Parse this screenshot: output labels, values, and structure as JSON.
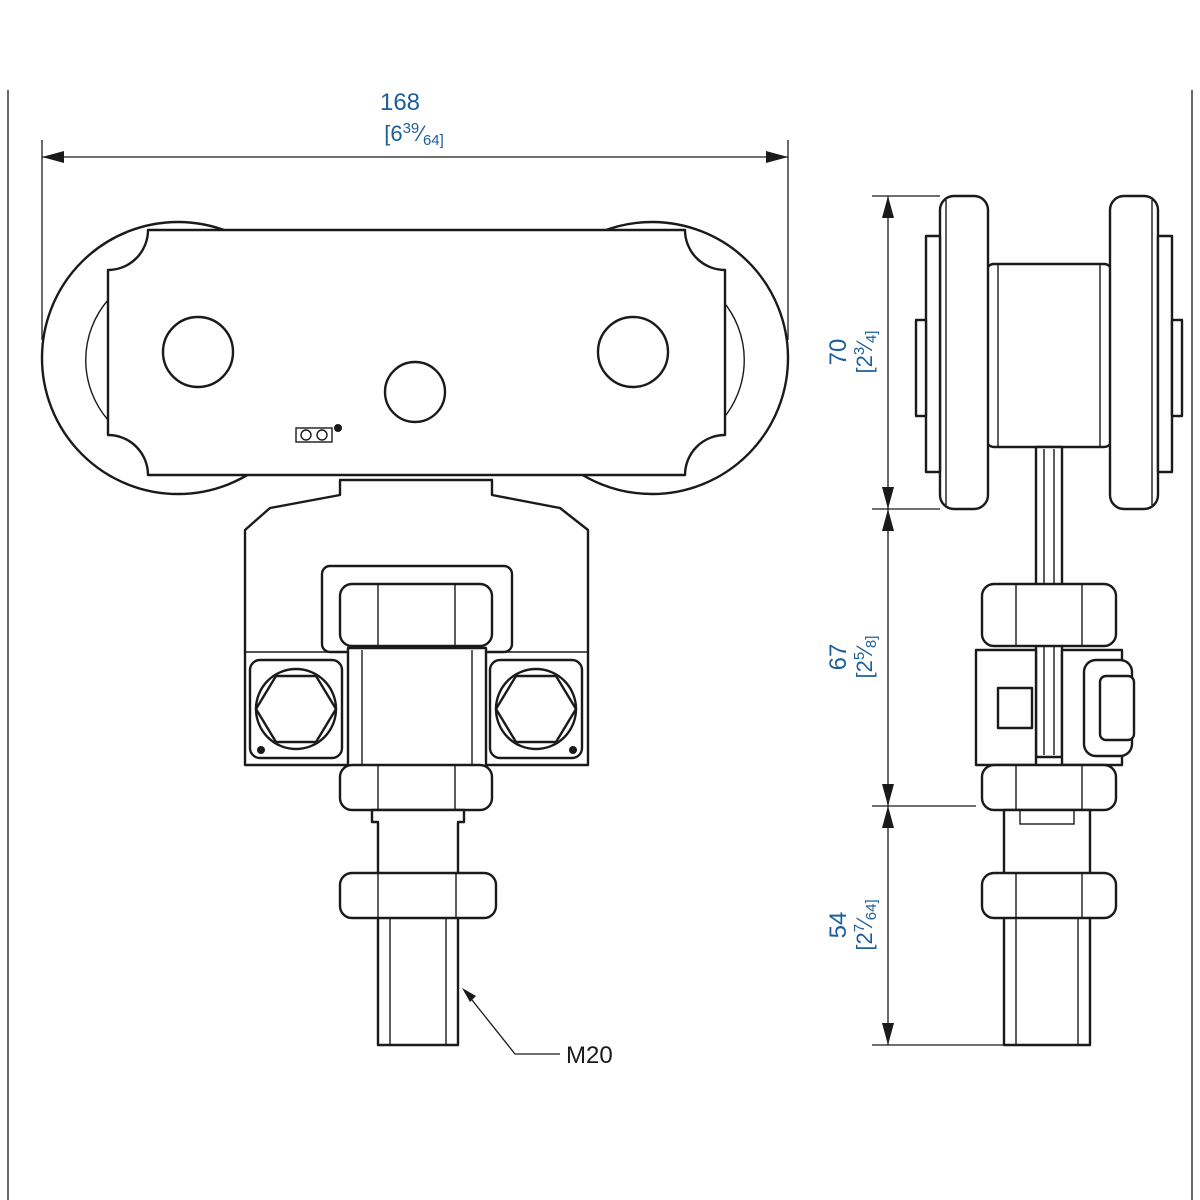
{
  "dimensions": {
    "width": {
      "mm": "168",
      "inch_whole": "[6",
      "inch_num": "39",
      "inch_den": "64]"
    },
    "wheel_height": {
      "mm": "70",
      "inch_whole": "[2",
      "inch_num": "3",
      "inch_den": "4]"
    },
    "body_height": {
      "mm": "67",
      "inch_whole": "[2",
      "inch_num": "5",
      "inch_den": "8]"
    },
    "stud_length": {
      "mm": "54",
      "inch_whole": "[2",
      "inch_num": "7",
      "inch_den": "64]"
    }
  },
  "thread_label": "M20"
}
